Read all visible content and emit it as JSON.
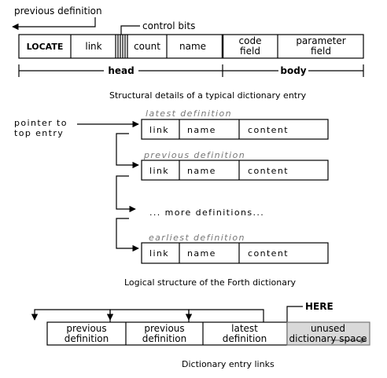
{
  "diagram1": {
    "previous_definition_label": "previous definition",
    "control_bits_label": "control bits",
    "fields": [
      "LOCATE",
      "link",
      "count",
      "name"
    ],
    "body_fields": [
      [
        "code",
        "field"
      ],
      [
        "parameter",
        "field"
      ]
    ],
    "head_label": "head",
    "body_label": "body",
    "caption": "Structural details of a typical dictionary entry"
  },
  "diagram2": {
    "pointer_label": [
      "pointer to",
      "top entry"
    ],
    "entries": [
      {
        "label": "latest definition",
        "cells": [
          "link",
          "name",
          "content"
        ]
      },
      {
        "label": "previous definition",
        "cells": [
          "link",
          "name",
          "content"
        ]
      },
      {
        "label": "earliest definition",
        "cells": [
          "link",
          "name",
          "content"
        ]
      }
    ],
    "more_label": "... more definitions...",
    "caption": "Logical structure of the Forth dictionary"
  },
  "diagram3": {
    "here_label": "HERE",
    "cells": [
      [
        "previous",
        "definition"
      ],
      [
        "previous",
        "definition"
      ],
      [
        "latest",
        "definition"
      ],
      [
        "unused",
        "dictionary space"
      ]
    ],
    "caption": "Dictionary entry links"
  }
}
